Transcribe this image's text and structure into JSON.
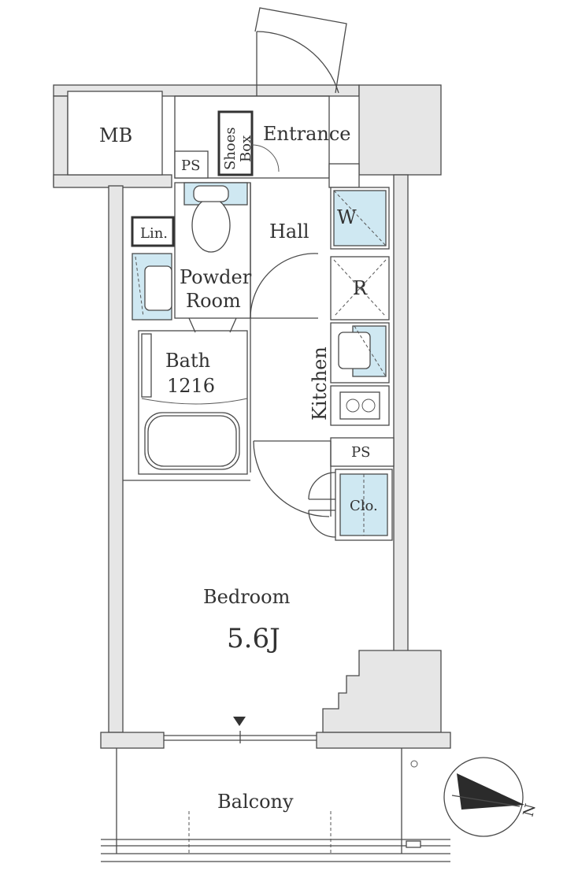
{
  "rooms": {
    "mb": "MB",
    "entrance": "Entrance",
    "shoes_box_line1": "Shoes",
    "shoes_box_line2": "Box",
    "ps_top": "PS",
    "hall": "Hall",
    "lin": "Lin.",
    "powder_line1": "Powder",
    "powder_line2": "Room",
    "bath": "Bath",
    "bath_size": "1216",
    "washer": "W",
    "fridge": "R",
    "kitchen": "Kitchen",
    "ps_kitchen": "PS",
    "closet": "Clo.",
    "bedroom": "Bedroom",
    "bedroom_size": "5.6J",
    "balcony": "Balcony"
  },
  "compass": {
    "north_label": "N"
  },
  "colors": {
    "fixture": "#cfe8f2",
    "wall": "#e6e6e6",
    "line": "#4a4a4a"
  }
}
